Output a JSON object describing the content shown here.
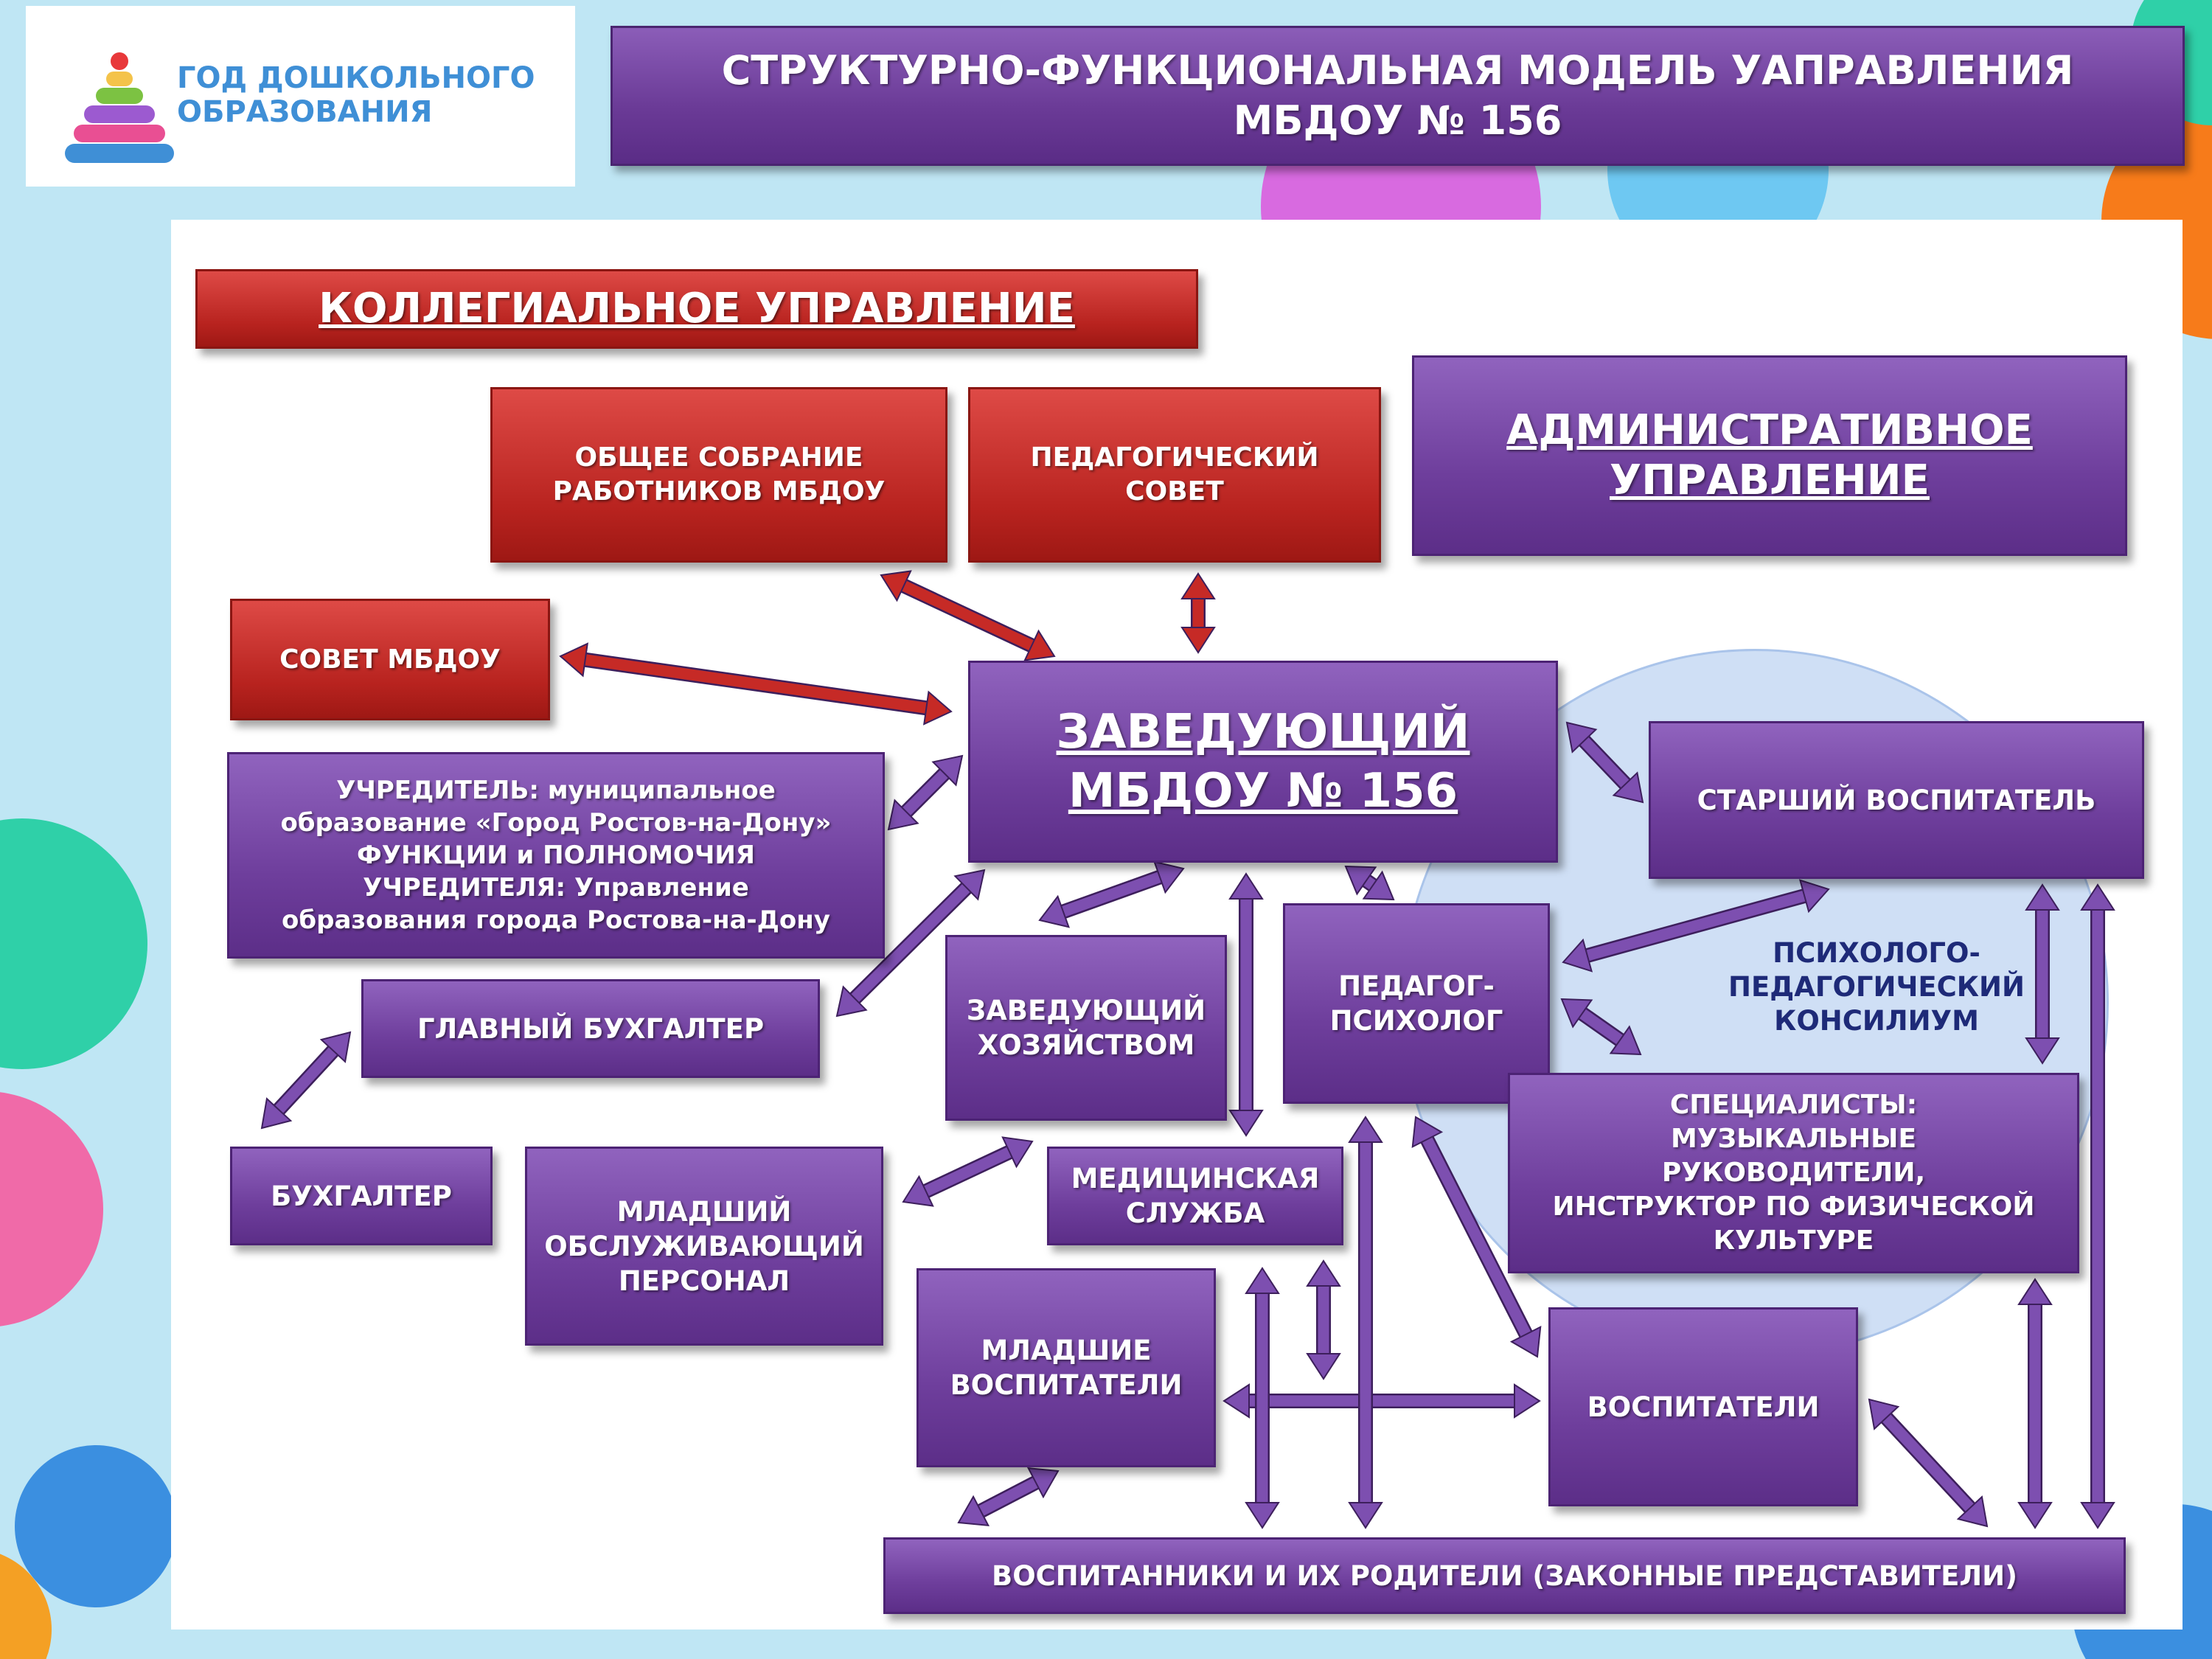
{
  "header": {
    "logo_text": "Год дошкольного образования",
    "title": "СТРУКТУРНО-ФУНКЦИОНАЛЬНАЯ МОДЕЛЬ УАПРАВЛЕНИЯ МБДОУ № 156"
  },
  "diagram": {
    "collegial": "КОЛЛЕГИАЛЬНОЕ УПРАВЛЕНИЕ",
    "general_meeting": "ОБЩЕЕ СОБРАНИЕ\nРАБОТНИКОВ МБДОУ",
    "pedagogical_council": "ПЕДАГОГИЧЕСКИЙ\nСОВЕТ",
    "administrative": "АДМИНИСТРАТИВНОЕ\nУПРАВЛЕНИЕ",
    "council": "СОВЕТ МБДОУ",
    "head": "ЗАВЕДУЮЩИЙ\nМБДОУ № 156",
    "founder": "УЧРЕДИТЕЛЬ: муниципальное\nобразование «Город Ростов-на-Дону»\nФУНКЦИИ и ПОЛНОМОЧИЯ\nУЧРЕДИТЕЛЯ: Управление\nобразования города Ростова-на-Дону",
    "senior_educator": "СТАРШИЙ ВОСПИТАТЕЛЬ",
    "psych_council": "ПСИХОЛОГО-\nПЕДАГОГИЧЕСКИЙ\nКОНСИЛИУМ",
    "chief_accountant": "ГЛАВНЫЙ БУХГАЛТЕР",
    "housekeeping_head": "ЗАВЕДУЮЩИЙ\nХОЗЯЙСТВОМ",
    "psychologist": "ПЕДАГОГ-\nПСИХОЛОГ",
    "specialists": "СПЕЦИАЛИСТЫ:\nМУЗЫКАЛЬНЫЕ\nРУКОВОДИТЕЛИ,\nИНСТРУКТОР ПО ФИЗИЧЕСКОЙ\nКУЛЬТУРЕ",
    "accountant": "БУХГАЛТЕР",
    "junior_staff": "МЛАДШИЙ\nОБСЛУЖИВАЮЩИЙ\nПЕРСОНАЛ",
    "medical": "МЕДИЦИНСКАЯ\nСЛУЖБА",
    "junior_educators": "МЛАДШИЕ\nВОСПИТАТЕЛИ",
    "educators": "ВОСПИТАТЕЛИ",
    "pupils_parents": "ВОСПИТАННИКИ И ИХ РОДИТЕЛИ (ЗАКОННЫЕ ПРЕДСТАВИТЕЛИ)"
  },
  "colors": {
    "collegial_red": "#b8231f",
    "admin_purple": "#6e3e9c",
    "arrow_red": "#c62a26",
    "arrow_purple": "#7d4fb0",
    "consilium_circle": "#cfdff5"
  }
}
